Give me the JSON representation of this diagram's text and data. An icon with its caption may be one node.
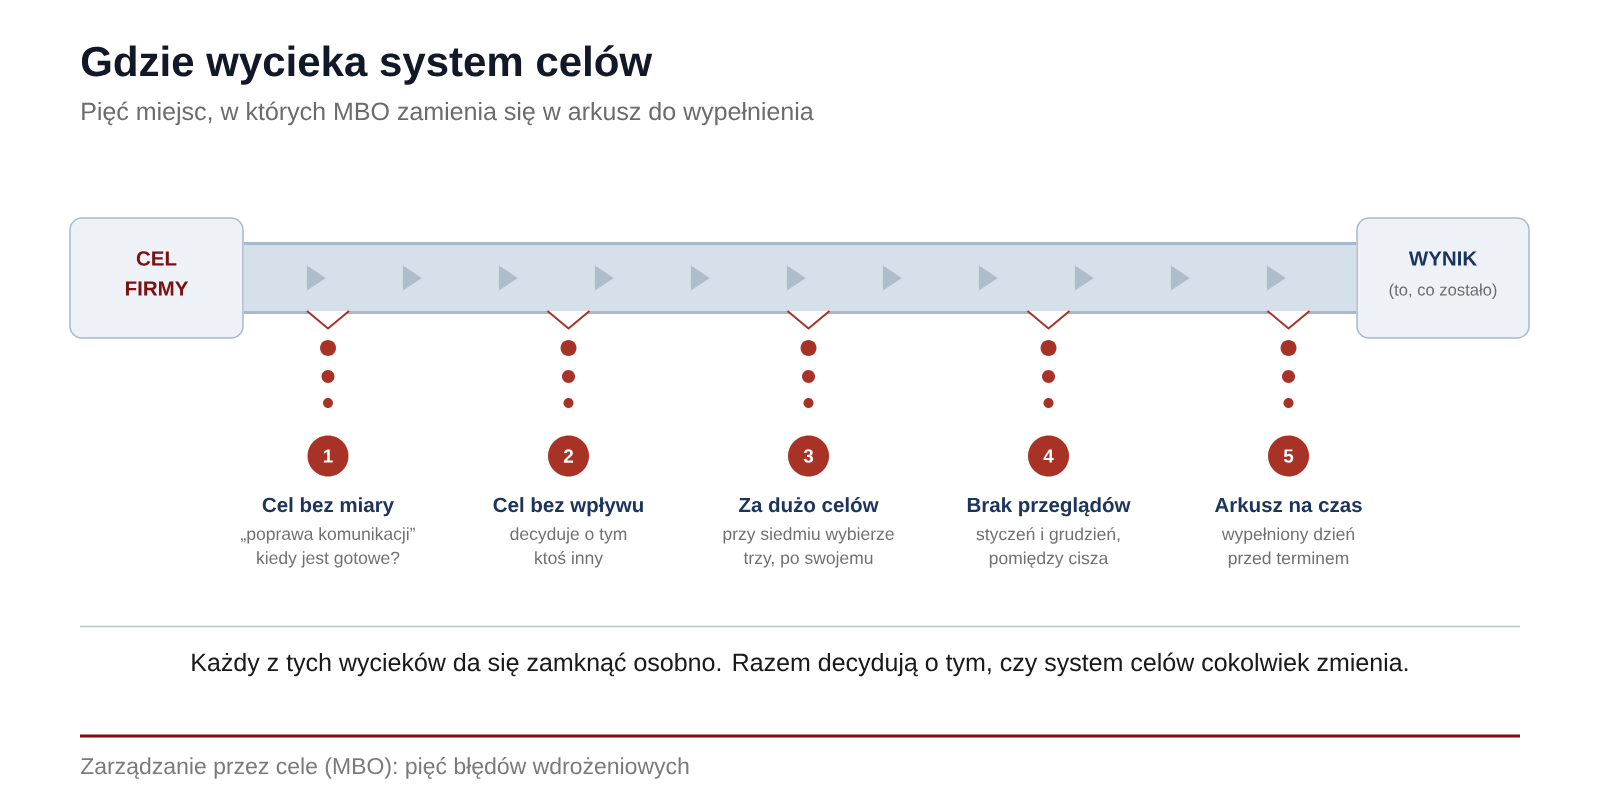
{
  "diagram": {
    "title": "Gdzie wycieka system celów",
    "nodes": [
      {
        "text": [
          "CEL FIRMY"
        ]
      },
      {
        "text": [
          "WYNIK",
          "(to, co zostało)"
        ]
      },
      {
        "text": [
          "1"
        ],
        "beside": [
          "Cel bez miary",
          "„poprawa komunikacji” kiedy jest gotowe?"
        ]
      },
      {
        "text": [
          "2"
        ],
        "beside": [
          "Cel bez wpływu",
          "decyduje o tym ktoś inny"
        ]
      },
      {
        "text": [
          "3"
        ],
        "beside": [
          "Za dużo celów",
          "przy siedmiu wybierze trzy, po swojemu"
        ]
      },
      {
        "text": [
          "4"
        ],
        "beside": [
          "Brak przeglądów",
          "styczeń i grudzień, pomiędzy cisza"
        ]
      },
      {
        "text": [
          "5"
        ],
        "beside": [
          "Arkusz na czas",
          "wypełniony dzień przed terminem"
        ]
      }
    ],
    "edges": [
      {
        "from": 0,
        "to": 1,
        "arrow": "to",
        "color": "#d6e0ea"
      }
    ],
    "labels": [
      "Pięć miejsc, w których MBO zamienia się w arkusz do wypełnienia",
      "Każdy z tych wycieków da się zamknąć osobno. Razem decydują o tym, czy system celów cokolwiek zmienia.",
      "Zarządzanie przez cele (MBO): pięć błędów wdrożeniowych"
    ]
  }
}
